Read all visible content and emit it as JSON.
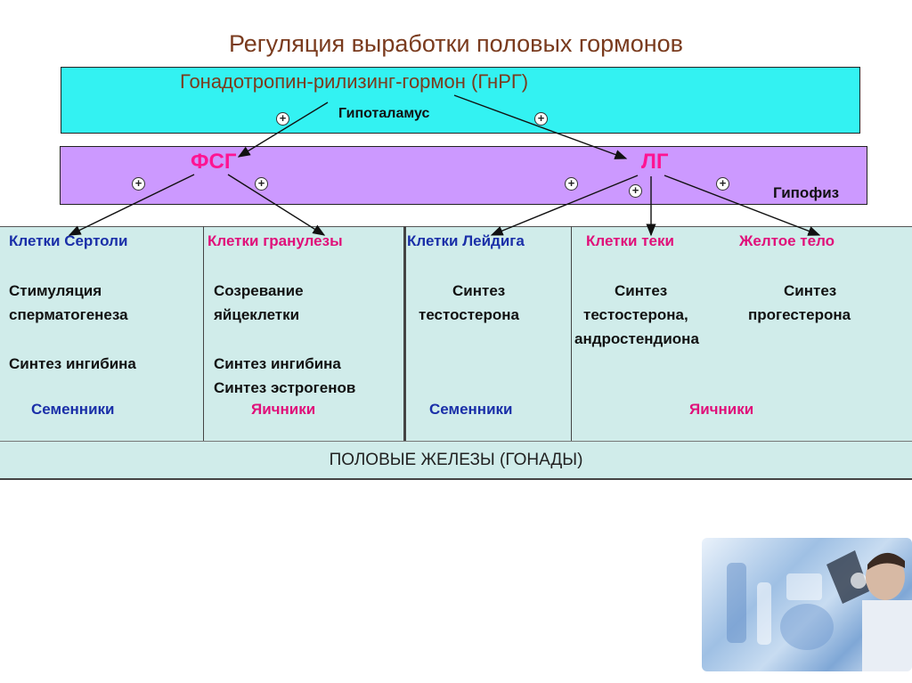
{
  "title": "Регуляция выработки половых гормонов",
  "hypothalamus": {
    "hormone": "Гонадотропин-рилизинг-гормон (ГнРГ)",
    "label": "Гипоталамус"
  },
  "pituitary": {
    "label": "Гипофиз",
    "fsh": "ФСГ",
    "lh": "ЛГ"
  },
  "plus_symbol": "+",
  "columns": {
    "sertoli": {
      "header": "Клетки Сертоли",
      "line1": "Стимуляция",
      "line2": "сперматогенеза",
      "line3": "Синтез ингибина",
      "organ": "Семенники"
    },
    "granulosa": {
      "header": "Клетки гранулезы",
      "line1": "Созревание",
      "line2": "яйцеклетки",
      "line3": "Синтез ингибина",
      "line4": "Синтез эстрогенов",
      "organ": "Яичники"
    },
    "leydig": {
      "header": "Клетки Лейдига",
      "line1": "Синтез",
      "line2": "тестостерона",
      "organ": "Семенники"
    },
    "theca": {
      "header": "Клетки теки",
      "line1": "Синтез",
      "line2": "тестостерона,",
      "line3": "андростендиона"
    },
    "corpus_luteum": {
      "header": "Желтое тело",
      "line1": "Синтез",
      "line2": "прогестерона"
    },
    "ovaries_organ": "Яичники"
  },
  "footer": "ПОЛОВЫЕ ЖЕЛЕЗЫ (ГОНАДЫ)",
  "colors": {
    "title": "#7a3b1e",
    "hypothalamus_box": "#33f2f2",
    "pituitary_box": "#cc99ff",
    "hormone_pink": "#ff1493",
    "header_blue": "#1a2fa8",
    "header_pink": "#e0107a",
    "table_bg": "#d0ecea"
  }
}
